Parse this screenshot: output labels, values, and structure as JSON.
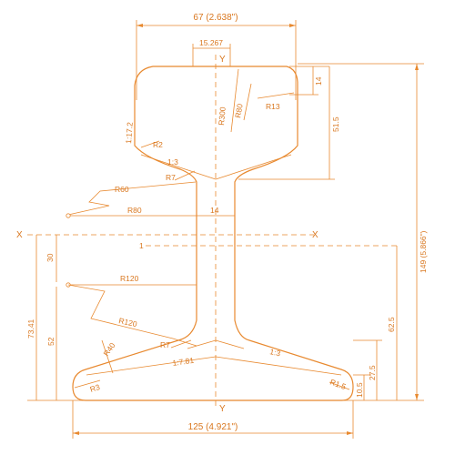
{
  "labels": {
    "overall_width": "67 (2.638\")",
    "head_flat": "15.267",
    "axis_y_top": "Y",
    "axis_y_bottom": "Y",
    "axis_x_left": "X",
    "axis_x_right": "X",
    "axis_1": "1",
    "r300": "R300",
    "r80_head": "R80",
    "r13": "R13",
    "d14_head": "14",
    "slope_head": "1:17.2",
    "r2": "R2",
    "d515": "51.5",
    "slope_13_head": "1:3",
    "r7_top": "R7",
    "r60_web": "R60",
    "r80_web": "R80",
    "d14_web": "14",
    "total_height": "149 (5.866\")",
    "d30": "30",
    "r120_top": "R120",
    "d7341": "73.41",
    "r120_bottom": "R120",
    "d625": "62.5",
    "d52": "52",
    "r40": "R40",
    "r7_bottom": "R7",
    "slope_13_foot": "1:3",
    "slope_1781": "1:7.81",
    "d275": "27.5",
    "r15": "R1.5",
    "d105": "10.5",
    "r3": "R3",
    "base_width": "125 (4.921\")"
  },
  "colors": {
    "line": "#e8892f",
    "text": "#d9771f",
    "background": "#ffffff"
  }
}
